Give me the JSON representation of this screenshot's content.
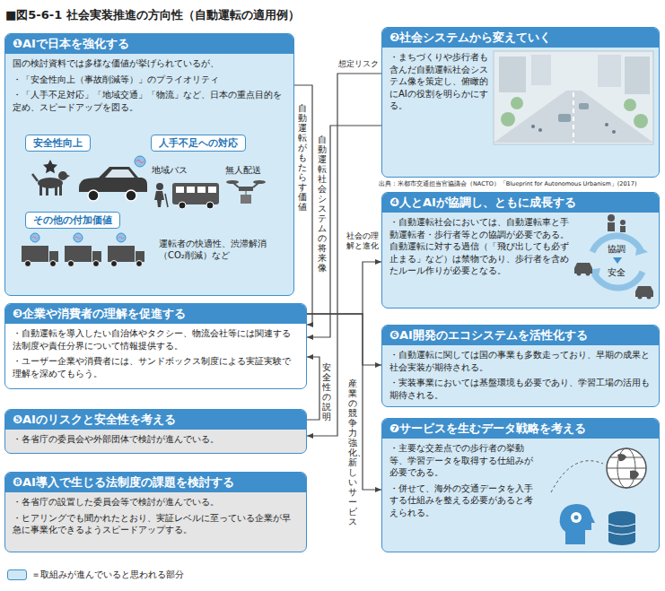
{
  "diagram": {
    "title": "■図5-6-1 社会実装推進の方向性（自動運転の適用例）",
    "nodes": [
      {
        "text": [
          "❶AIで日本を強化する",
          "国の検討資料では多様な価値が挙げられているが、",
          "・「安全性向上（事故削減等）」のプライオリティ",
          "・「人手不足対応」「地域交通」「物流」など、日本の重点目的を定め、スピードアップを図る。"
        ]
      },
      {
        "text": [
          "安全性向上"
        ],
        "in": 0
      },
      {
        "text": [
          "人手不足への対応"
        ],
        "in": 0
      },
      {
        "text": [
          "その他の付加価値"
        ],
        "in": 0
      },
      {
        "text": [
          "❷社会システムから変えていく",
          "・まちづくりや歩行者も含んだ自動運転社会システム像を策定し、俯瞰的にAIの役割を明らかにする。"
        ]
      },
      {
        "text": [
          "❸企業や消費者の理解を促進する",
          "・自動運転を導入したい自治体やタクシー、物流会社等には関連する法制度や責任分界について情報提供する。",
          "・ユーザー企業や消費者には、サンドボックス制度による実証実験で理解を深めてもらう。"
        ]
      },
      {
        "text": [
          "❹人とAIが協調し、ともに成長する",
          "・自動運転社会においては、自動運転車と手動運転者・歩行者等との協調が必要である。自動運転に対する過信（「飛び出しても必ず止まる」など）は禁物であり、歩行者を含めたルール作りが必要となる。"
        ]
      },
      {
        "text": [
          "❺AIのリスクと安全性を考える",
          "・各省庁の委員会や外部団体で検討が進んでいる。"
        ]
      },
      {
        "text": [
          "❻AI開発のエコシステムを活性化する",
          "・自動運転に関しては国の事業も多数走っており、早期の成果と社会実装が期待される。",
          "・実装事業においては基盤環境も必要であり、学習工場の活用も期待される。"
        ]
      },
      {
        "text": [
          "❼サービスを生むデータ戦略を考える",
          "・主要な交差点での歩行者の挙動等、学習データを取得する仕組みが必要である。",
          "・併せて、海外の交通データを入手する仕組みを整える必要があると考えられる。"
        ]
      },
      {
        "text": [
          "❽AI導入で生じる法制度の課題を検討する",
          "・各省庁の設置した委員会等で検討が進んでいる。",
          "・ヒアリングでも聞かれたとおり、実証レベルに至っている企業が早急に事業化できるようスピードアップする。"
        ]
      }
    ],
    "edges": [
      {
        "from": 0,
        "to": 5,
        "label": "自動運転がもたらす価値",
        "arrow": "to"
      },
      {
        "from": 4,
        "to": 5,
        "label": "自動運転社会システムの将来像",
        "arrow": "to"
      },
      {
        "from": 4,
        "to": 7,
        "label": "想定リスク",
        "arrow": "to"
      },
      {
        "from": 7,
        "to": 5,
        "label": "安全性の説明",
        "arrow": "to"
      },
      {
        "from": 5,
        "to": 6,
        "label": "社会の理解と進化",
        "arrow": "to"
      },
      {
        "from": 5,
        "to": 8,
        "label": "産業の競争力強化、新しいサービス",
        "arrow": "to"
      },
      {
        "from": 5,
        "to": 9,
        "arrow": "to"
      }
    ],
    "labels": [
      "地域バス",
      "無人配送",
      "運転者の快適性、渋滞解消（CO₂削減）など",
      "出典：米都市交通担当官協議会（NACTO）「Blueprint for Autonomous Urbanism」(2017)",
      "協調",
      "安全"
    ],
    "legend": [
      {
        "text": "＝取組みが進んでいると思われる部分",
        "color": "#cfe7f5"
      }
    ]
  }
}
